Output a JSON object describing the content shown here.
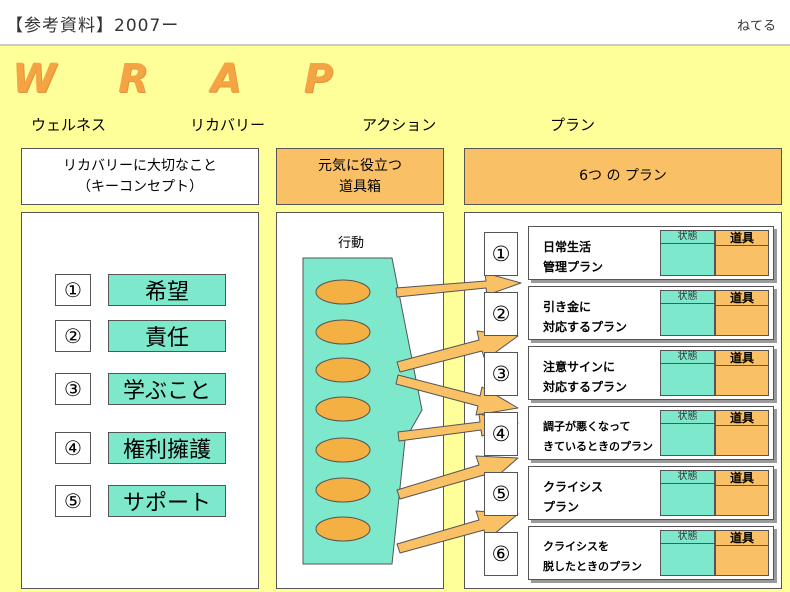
{
  "header": {
    "title": "【参考資料】2007ー",
    "right_text": "ねてる"
  },
  "wrap_title": "W R A P",
  "words": {
    "wellness": "ウェルネス",
    "recovery": "リカバリー",
    "action": "アクション",
    "plan": "プラン"
  },
  "columns": {
    "left_header": [
      "リカバリーに大切なこと",
      "（キーコンセプト）"
    ],
    "middle_header": [
      "元気に役立つ",
      "道具箱"
    ],
    "right_header": "6つ の プラン"
  },
  "concepts": [
    {
      "num": "①",
      "label": "希望"
    },
    {
      "num": "②",
      "label": "責任"
    },
    {
      "num": "③",
      "label": "学ぶこと"
    },
    {
      "num": "④",
      "label": "権利擁護"
    },
    {
      "num": "⑤",
      "label": "サポート"
    }
  ],
  "toolbox": {
    "action_label": "行動",
    "oval_count_visible": 7
  },
  "plan_table": {
    "state_label": "状態",
    "tool_label": "道具"
  },
  "plans": [
    {
      "num": "①",
      "line1": "日常生活",
      "line2": "管理プラン"
    },
    {
      "num": "②",
      "line1": "引き金に",
      "line2": "対応するプラン"
    },
    {
      "num": "③",
      "line1": "注意サインに",
      "line2": "対応するプラン"
    },
    {
      "num": "④",
      "line1": "調子が悪くなって",
      "line2": "きているときのプラン"
    },
    {
      "num": "⑤",
      "line1": "クライシス",
      "line2": "プラン"
    },
    {
      "num": "⑥",
      "line1": "クライシスを",
      "line2": "脱したときのプラン"
    }
  ],
  "colors": {
    "background": "#ffff99",
    "accent_orange": "#fac066",
    "accent_teal": "#7ee8cc",
    "title_orange": "#f4a442",
    "arrow_fill": "#fac066"
  }
}
